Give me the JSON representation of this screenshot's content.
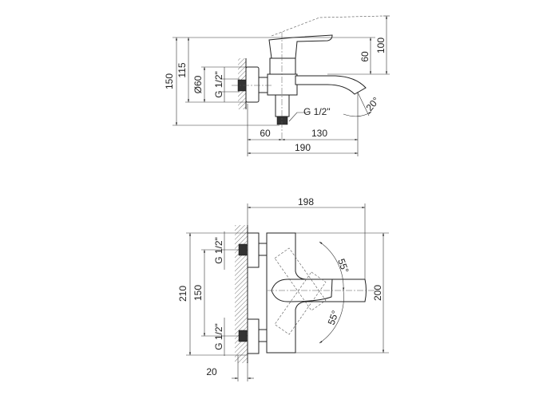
{
  "side_view": {
    "dims": {
      "total_height": "150",
      "height_115": "115",
      "diameter": "Ø60",
      "thread_wall": "G 1/2\"",
      "lever_60": "60",
      "lever_100": "100",
      "wall_to_axis": "60",
      "spout_reach": "130",
      "total_depth": "190",
      "thread_outlet": "G 1/2\"",
      "spout_angle": "20°"
    }
  },
  "front_view": {
    "dims": {
      "width": "198",
      "height_210": "210",
      "spacing": "150",
      "thread_top": "G 1/2\"",
      "thread_bottom": "G 1/2\"",
      "body_height": "200",
      "angle_up": "55°",
      "angle_down": "55°",
      "wall_offset": "20"
    }
  }
}
